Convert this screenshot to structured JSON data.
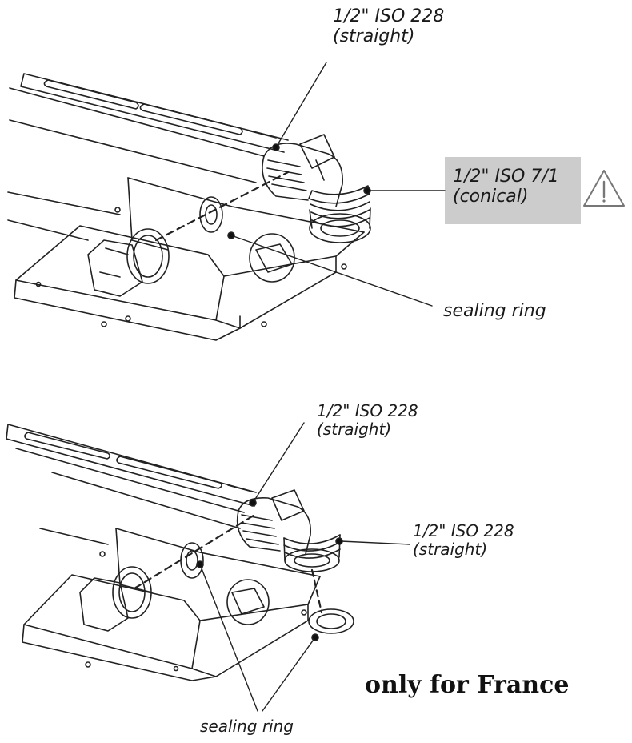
{
  "diagram_top": {
    "label_straight_size": "1/2\"  ISO 228",
    "label_straight_type": "(straight)",
    "label_conical_size": "1/2\"  ISO 7/1",
    "label_conical_type": "(conical)",
    "label_sealing": "sealing ring",
    "warning_icon": "warning-triangle-icon",
    "highlight_color": "#cccccc"
  },
  "diagram_bottom": {
    "label_straight_a_size": "1/2\"  ISO 228",
    "label_straight_a_type": "(straight)",
    "label_straight_b_size": "1/2\"  ISO 228",
    "label_straight_b_type": "(straight)",
    "label_sealing": "sealing ring"
  },
  "note": "only for France"
}
